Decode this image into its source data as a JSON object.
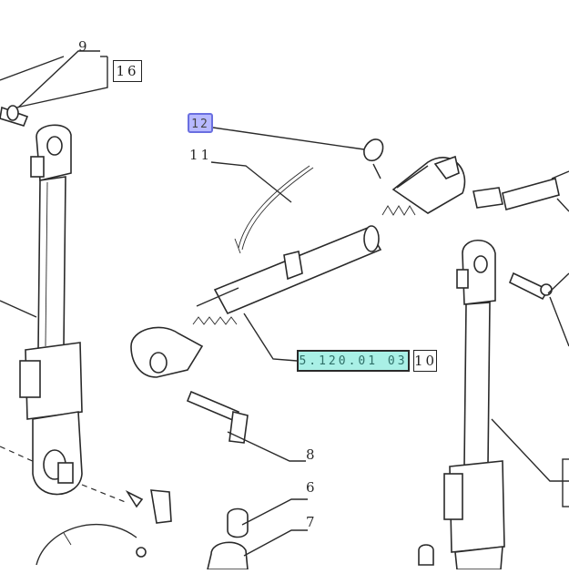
{
  "diagram": {
    "callouts": {
      "c9": "9",
      "c16": "16",
      "c12": "12",
      "c11": "11",
      "c10": "10",
      "c8": "8",
      "c6": "6",
      "c7": "7"
    },
    "part_reference": "5.120.01 03",
    "highlight_colors": {
      "selected_callout": "#b7b9ff",
      "part_reference": "#a9f0e6"
    }
  }
}
